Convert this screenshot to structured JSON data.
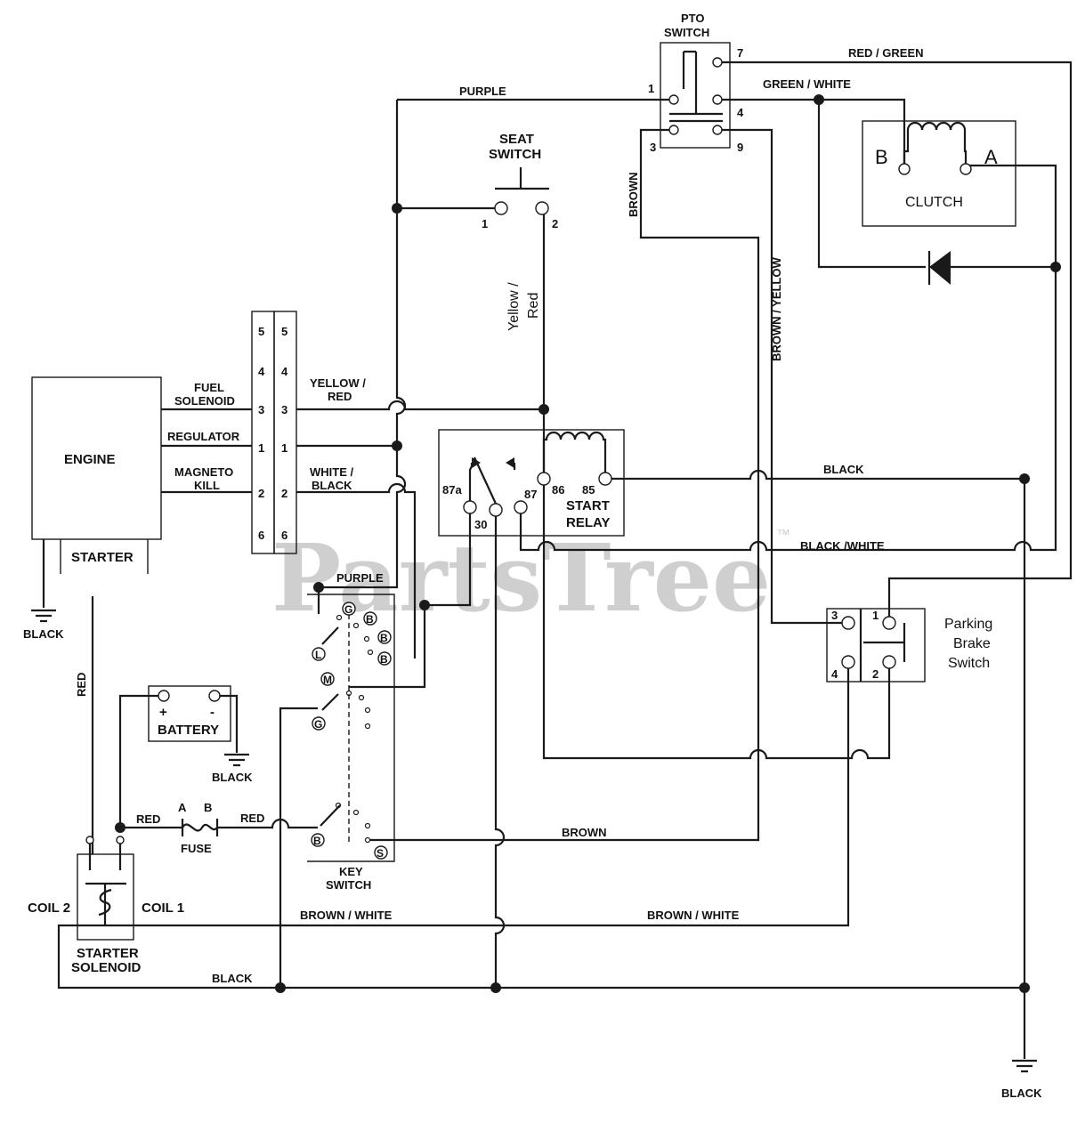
{
  "watermark": {
    "text": "PartsTree",
    "trademark": "™"
  },
  "components": {
    "engine": "ENGINE",
    "starter": "STARTER",
    "pto_switch": [
      "PTO",
      "SWITCH"
    ],
    "seat_switch": [
      "SEAT",
      "SWITCH"
    ],
    "clutch": "CLUTCH",
    "clutch_terminal_b": "B",
    "clutch_terminal_a": "A",
    "start_relay": [
      "START",
      "RELAY"
    ],
    "parking_brake_switch": [
      "Parking",
      "Brake",
      "Switch"
    ],
    "battery": "BATTERY",
    "battery_plus": "+",
    "battery_minus": "-",
    "fuse": "FUSE",
    "fuse_a": "A",
    "fuse_b": "B",
    "key_switch": [
      "KEY",
      "SWITCH"
    ],
    "starter_solenoid": [
      "STARTER",
      "SOLENOID"
    ],
    "coil_1": "COIL 1",
    "coil_2": "COIL 2"
  },
  "engine_connector": {
    "fuel_solenoid": [
      "FUEL",
      "SOLENOID"
    ],
    "regulator": "REGULATOR",
    "magneto_kill": [
      "MAGNETO",
      "KILL"
    ],
    "pins_left": [
      "5",
      "4",
      "3",
      "1",
      "2",
      "6"
    ],
    "pins_right": [
      "5",
      "4",
      "3",
      "1",
      "2",
      "6"
    ]
  },
  "terminals": {
    "pto": {
      "t1": "1",
      "t3": "3",
      "t4": "4",
      "t7": "7",
      "t9": "9"
    },
    "seat": {
      "t1": "1",
      "t2": "2"
    },
    "relay": {
      "t87a": "87a",
      "t30": "30",
      "t87": "87",
      "t86": "86",
      "t85": "85"
    },
    "parking": {
      "t1": "1",
      "t2": "2",
      "t3": "3",
      "t4": "4"
    },
    "key_switch_top": [
      "G",
      "B",
      "B",
      "B",
      "L"
    ],
    "key_switch_mid": [
      "M",
      "G"
    ],
    "key_switch_bot": [
      "B",
      "S"
    ]
  },
  "wires": {
    "purple_top": "PURPLE",
    "purple_key": "PURPLE",
    "red_green": "RED / GREEN",
    "green_white": "GREEN / WHITE",
    "brown_pto": "BROWN",
    "brown_yellow": "BROWN / YELLOW",
    "yellow_red_seat": [
      "Yellow /",
      "Red"
    ],
    "yellow_red_conn": [
      "YELLOW /",
      "RED"
    ],
    "white_black": [
      "WHITE /",
      "BLACK"
    ],
    "black_relay": "BLACK",
    "black_white": "BLACK /WHITE",
    "red_starter": "RED",
    "red_fuse_left": "RED",
    "red_fuse_right": "RED",
    "brown_key": "BROWN",
    "brown_white_left": "BROWN / WHITE",
    "brown_white_right": "BROWN / WHITE",
    "black_bottom": "BLACK",
    "ground_engine": "BLACK",
    "ground_battery": "BLACK",
    "ground_main": "BLACK"
  }
}
